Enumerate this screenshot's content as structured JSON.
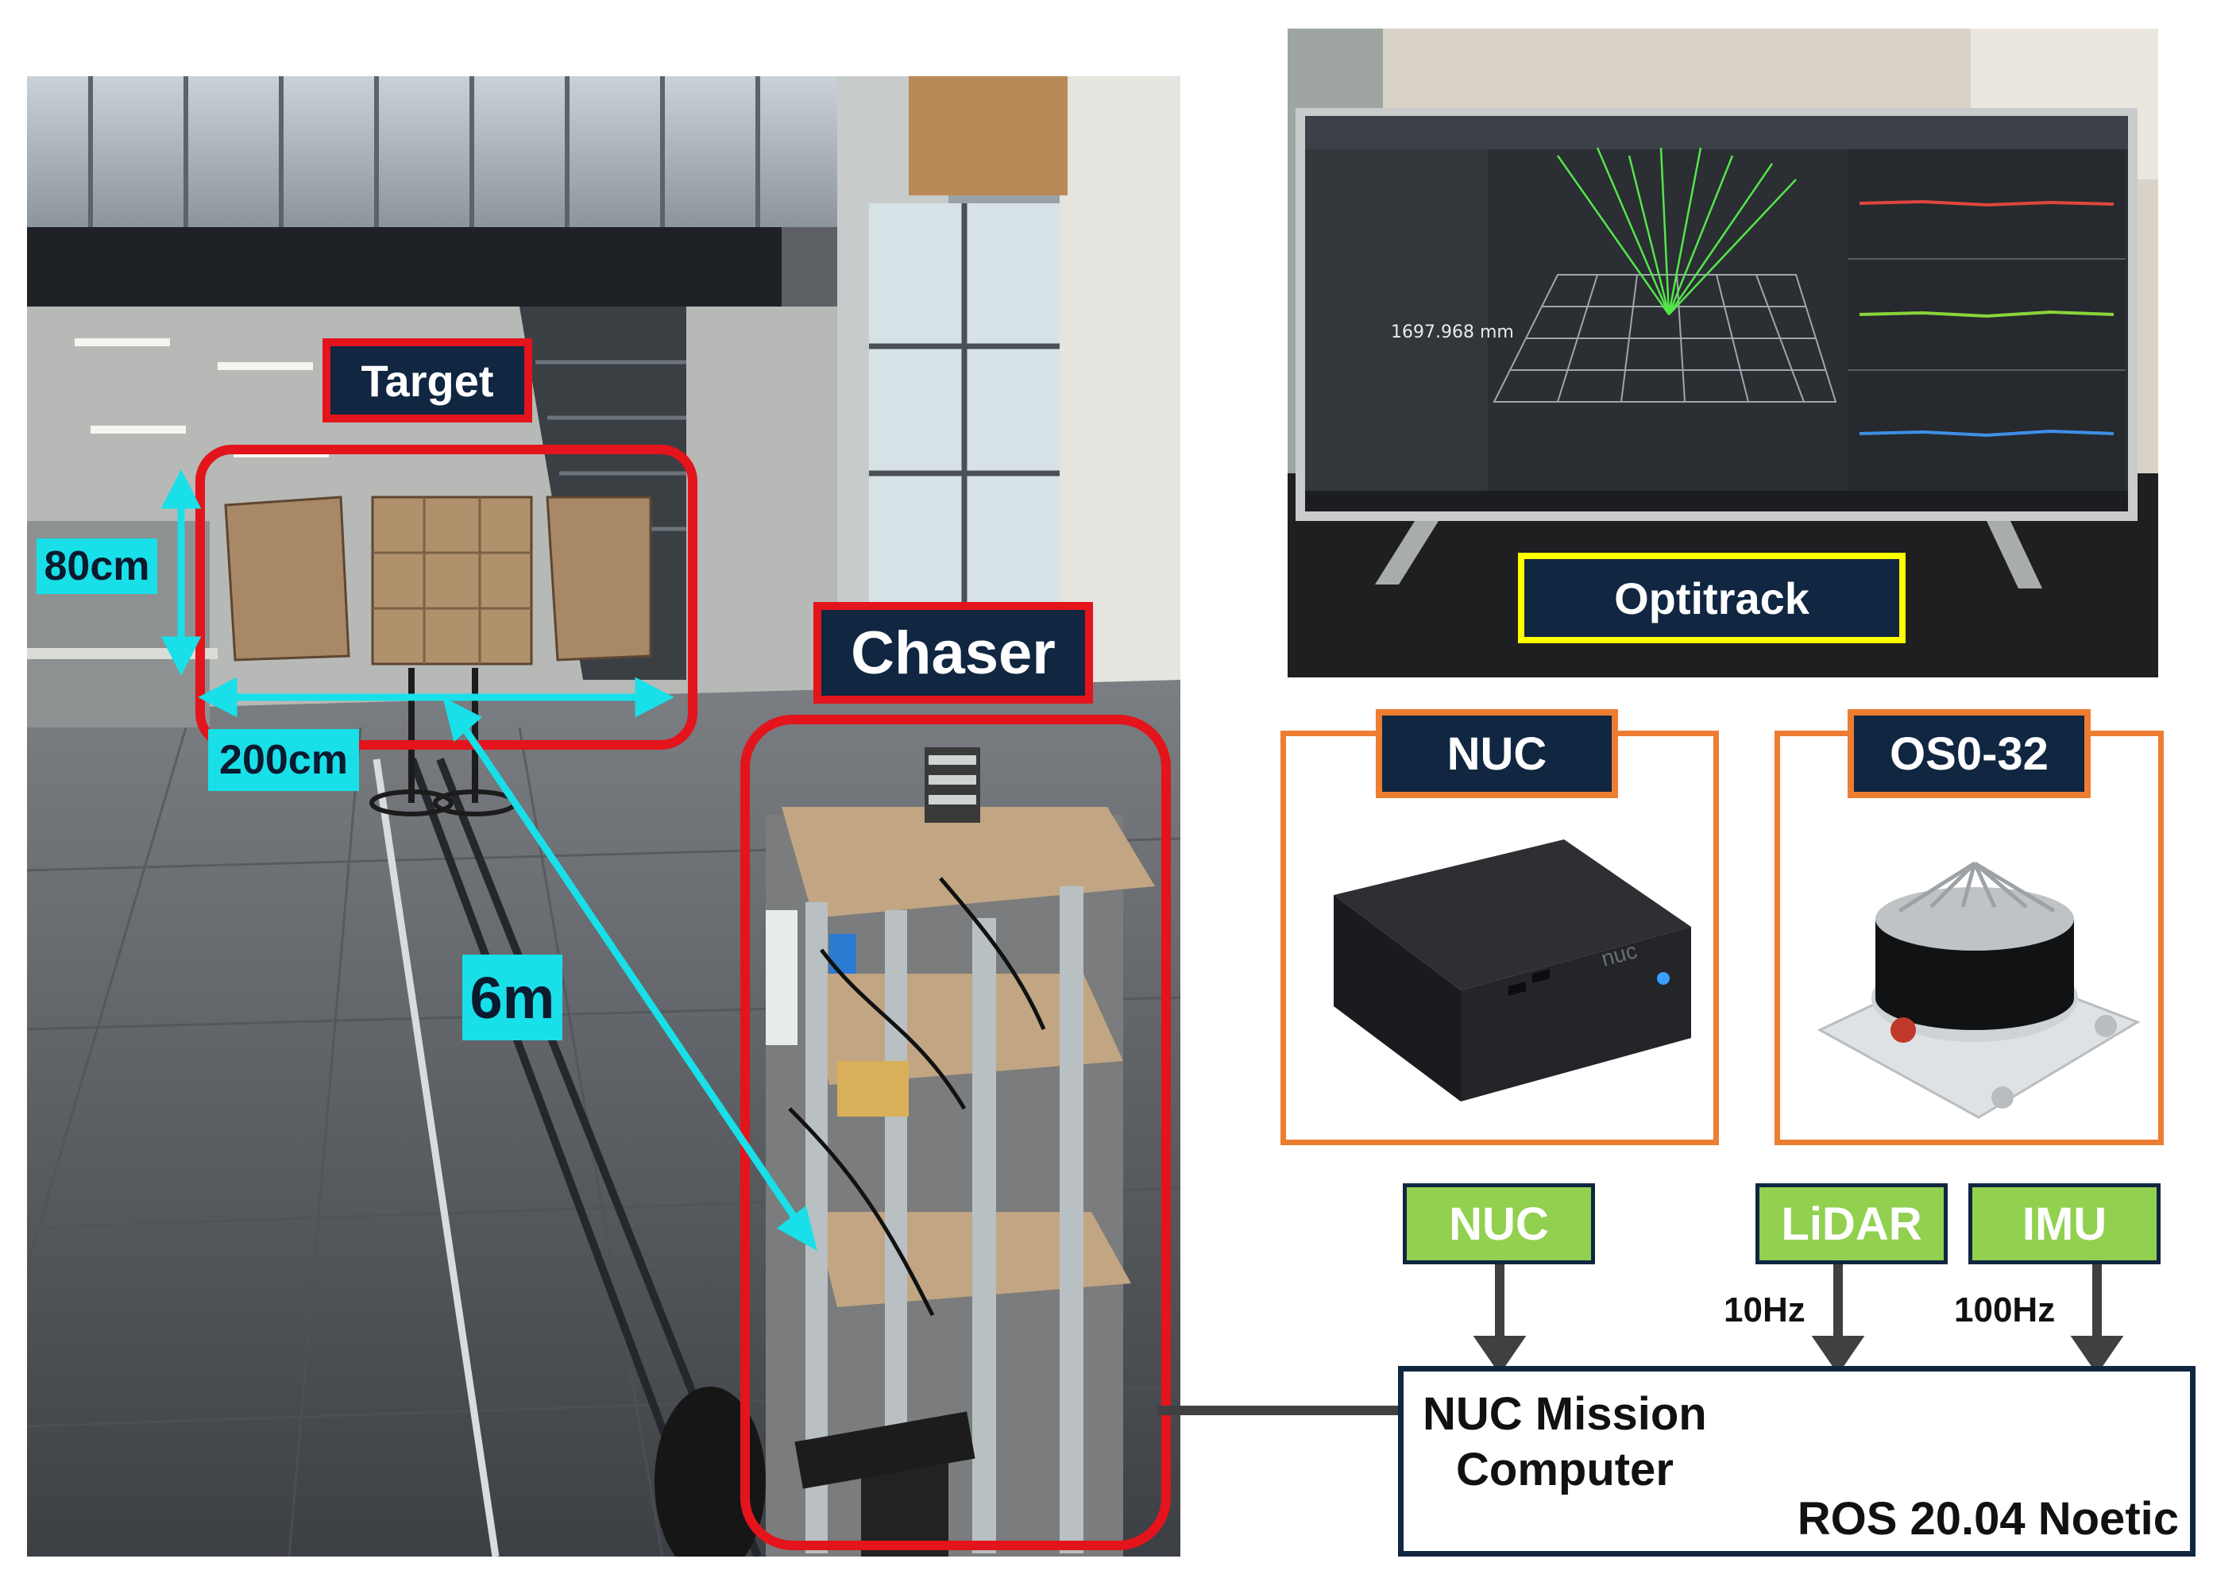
{
  "labels": {
    "target": "Target",
    "chaser": "Chaser",
    "height_dim": "80cm",
    "width_dim": "200cm",
    "distance_dim": "6m",
    "optitrack": "Optitrack"
  },
  "monitor_readout": "1697.968 mm",
  "components": [
    {
      "title": "NUC",
      "device": "nuc"
    },
    {
      "title": "OS0-32",
      "device": "lidar"
    }
  ],
  "inputs": [
    {
      "label": "NUC",
      "rate": ""
    },
    {
      "label": "LiDAR",
      "rate": "10Hz"
    },
    {
      "label": "IMU",
      "rate": "100Hz"
    }
  ],
  "mission_computer": {
    "line1": "NUC Mission",
    "line2": "Computer",
    "os": "ROS 20.04 Noetic"
  },
  "colors": {
    "navy": "#102641",
    "cyan": "#19dfe8",
    "red_highlight": "#e3141b",
    "yellow_highlight": "#ffff00",
    "orange_border": "#ed7d31",
    "green_input": "#92d050"
  },
  "icons": [
    "target-panels",
    "chaser-robot",
    "monitor",
    "nuc-device",
    "lidar-sensor"
  ]
}
